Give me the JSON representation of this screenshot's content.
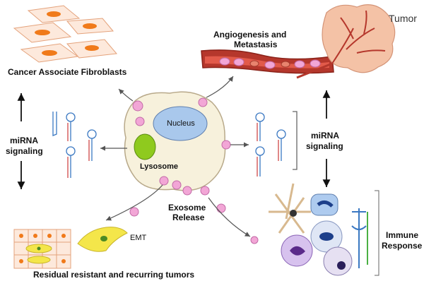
{
  "labels": {
    "tumor": "Tumor",
    "cancer_fibroblasts": "Cancer Associate Fibroblasts",
    "angiogenesis": "Angiogenesis and",
    "metastasis": "Metastasis",
    "nucleus": "Nucleus",
    "lysosome": "Lysosome",
    "mirna_left_1": "miRNA",
    "mirna_left_2": "signaling",
    "mirna_right_1": "miRNA",
    "mirna_right_2": "signaling",
    "exosome_1": "Exosome",
    "exosome_2": "Release",
    "emt": "EMT",
    "residual": "Residual resistant and recurring tumors",
    "immune_1": "Immune",
    "immune_2": "Response"
  },
  "colors": {
    "cell_fill": "#f7f1dc",
    "cell_stroke": "#b8a98a",
    "nucleus_fill": "#a9c8ec",
    "lysosome_fill": "#8fca1e",
    "exosome_fill": "#f2a6d6",
    "vessel": "#b5372c",
    "tumor_fill": "#f4c2a6",
    "fibroblast_nucleus": "#f07a1a",
    "emt_cell": "#f4e64a"
  }
}
